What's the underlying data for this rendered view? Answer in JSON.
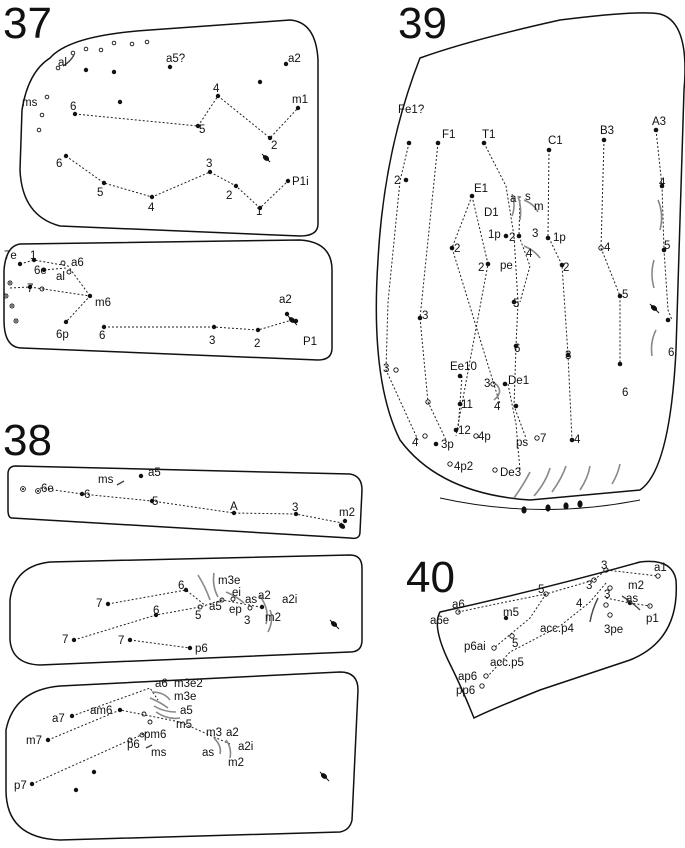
{
  "figures": {
    "f37": "37",
    "f38": "38",
    "f39": "39",
    "f40": "40"
  },
  "labels": {
    "f37a": [
      "al",
      "a5?",
      "a2",
      "ms",
      "6",
      "4",
      "m1",
      "5",
      "2",
      "6",
      "3",
      "P1i",
      "5",
      "4",
      "2",
      "1"
    ],
    "f37b": [
      "7e",
      "1",
      "6e",
      "a6",
      "al",
      "7",
      "m6",
      "6p",
      "6",
      "3",
      "2",
      "a2",
      "P1"
    ],
    "f38a": [
      "ms",
      "a5",
      "6e",
      "6",
      "5",
      "A",
      "3",
      "m2"
    ],
    "f38b": [
      "m3e",
      "6",
      "ei",
      "as",
      "a2",
      "7",
      "a5",
      "ep",
      "a2i",
      "6",
      "5",
      "3",
      "m2",
      "7",
      "7",
      "p6"
    ],
    "f38c": [
      "a6",
      "m3e2",
      "m3e",
      "a7",
      "am6",
      "a5",
      "m5",
      "m7",
      "pm6",
      "m3",
      "a2",
      "p6",
      "ms",
      "a2i",
      "as",
      "m2",
      "p7"
    ],
    "f39": [
      "Fe1?",
      "F1",
      "T1",
      "C1",
      "B3",
      "A3",
      "a",
      "s",
      "m",
      "E1",
      "D1",
      "4",
      "2",
      "1p",
      "2",
      "3",
      "1p",
      "4",
      "2",
      "pe",
      "4",
      "5",
      "2",
      "5",
      "2",
      "5",
      "6",
      "6",
      "3",
      "Ee10",
      "3",
      "De1",
      "3",
      "11",
      "3",
      "6",
      "4",
      "12",
      "4p",
      "4",
      "3p",
      "ps",
      "7",
      "4",
      "4p2",
      "De3"
    ],
    "f40": [
      "3",
      "a1",
      "3",
      "m2",
      "5",
      "3",
      "as",
      "a6",
      "4",
      "m5",
      "a6e",
      "p1",
      "acc.p4",
      "3pe",
      "p6ai",
      "5",
      "acc.p5",
      "ap6",
      "pp6"
    ]
  }
}
